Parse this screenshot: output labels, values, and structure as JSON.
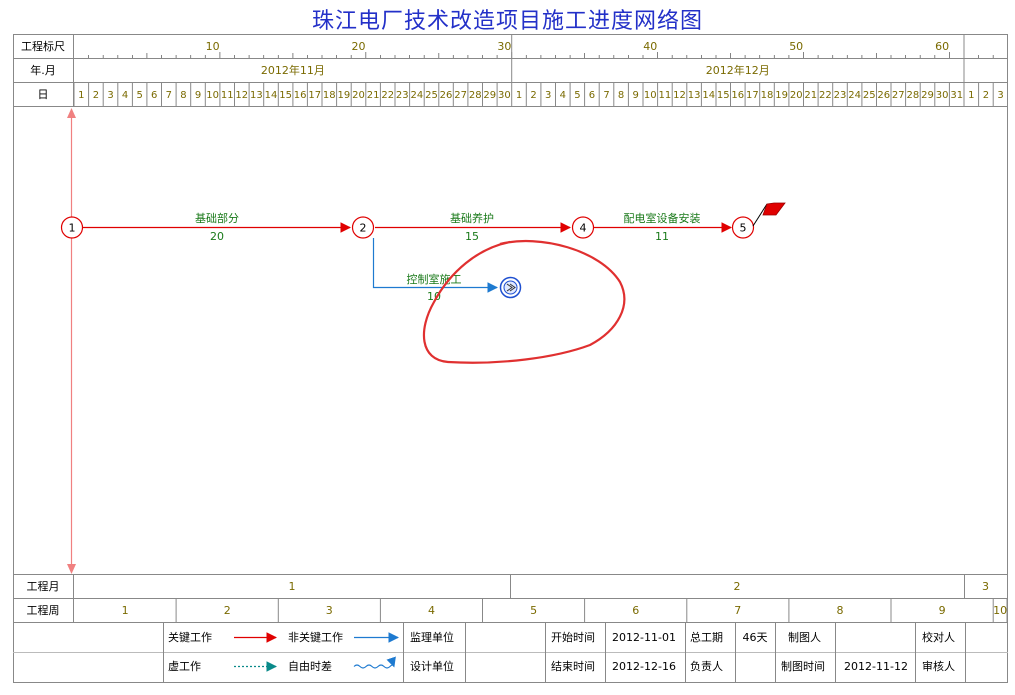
{
  "title": "珠江电厂技术改造项目施工进度网络图",
  "header": {
    "ruler_label": "工程标尺",
    "ruler_ticks": [
      "10",
      "20",
      "30",
      "40",
      "50",
      "60"
    ],
    "month_row_label": "年.月",
    "months": [
      "2012年11月",
      "2012年12月"
    ],
    "day_row_label": "日",
    "days": [
      "1",
      "2",
      "3",
      "4",
      "5",
      "6",
      "7",
      "8",
      "9",
      "10",
      "11",
      "12",
      "13",
      "14",
      "15",
      "16",
      "17",
      "18",
      "19",
      "20",
      "21",
      "22",
      "23",
      "24",
      "25",
      "26",
      "27",
      "28",
      "29",
      "30",
      "1",
      "2",
      "3",
      "4",
      "5",
      "6",
      "7",
      "8",
      "9",
      "10",
      "11",
      "12",
      "13",
      "14",
      "15",
      "16",
      "17",
      "18",
      "19",
      "20",
      "21",
      "22",
      "23",
      "24",
      "25",
      "26",
      "27",
      "28",
      "29",
      "30",
      "31",
      "1",
      "2",
      "3"
    ]
  },
  "footer": {
    "project_month_label": "工程月",
    "project_months": [
      "1",
      "2",
      "3"
    ],
    "project_week_label": "工程周",
    "project_weeks": [
      "1",
      "2",
      "3",
      "4",
      "5",
      "6",
      "7",
      "8",
      "9",
      "10"
    ]
  },
  "network": {
    "nodes": [
      {
        "id": "1",
        "label": "1"
      },
      {
        "id": "2",
        "label": "2"
      },
      {
        "id": "4",
        "label": "4"
      },
      {
        "id": "5",
        "label": "5"
      }
    ],
    "activities": [
      {
        "name": "基础部分",
        "duration": "20",
        "type": "critical"
      },
      {
        "name": "基础养护",
        "duration": "15",
        "type": "critical"
      },
      {
        "name": "配电室设备安装",
        "duration": "11",
        "type": "critical"
      },
      {
        "name": "控制室施工",
        "duration": "10",
        "type": "non-critical"
      }
    ],
    "colors": {
      "critical": "#e00000",
      "non_critical": "#1e7ad0",
      "node_border": "#e00000",
      "annotation": "#e03030",
      "flag": "#e00000",
      "text_green": "#1a7a1a"
    }
  },
  "legend": {
    "critical_work": "关键工作",
    "non_critical_work": "非关键工作",
    "supervision_unit": "监理单位",
    "dummy_work": "虚工作",
    "free_float": "自由时差",
    "design_unit": "设计单位",
    "start_time_label": "开始时间",
    "start_time": "2012-11-01",
    "end_time_label": "结束时间",
    "end_time": "2012-12-16",
    "total_duration_label": "总工期",
    "total_duration": "46天",
    "responsible_label": "负责人",
    "drafter_label": "制图人",
    "draft_time_label": "制图时间",
    "draft_time": "2012-11-12",
    "checker_label": "校对人",
    "reviewer_label": "审核人"
  }
}
